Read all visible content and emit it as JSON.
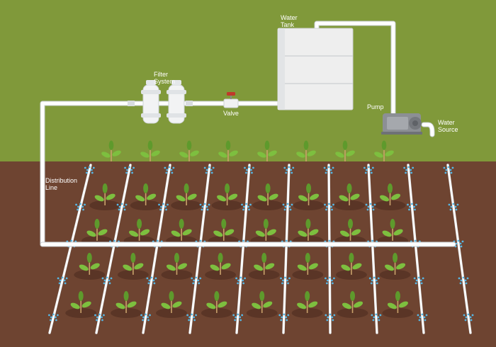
{
  "labels": {
    "water_tank": [
      "Water",
      "Tank"
    ],
    "filter_system": [
      "Filter",
      "System"
    ],
    "valve": "Valve",
    "pump": "Pump",
    "water_source": [
      "Water",
      "Source"
    ],
    "distribution_line": [
      "Distribution",
      "Line"
    ]
  },
  "colors": {
    "sky": "#80993a",
    "soil": "#6e4431",
    "soil_mound": "#5a3526",
    "pipe": "#ffffff",
    "pipe_edge": "#d4d9dc",
    "tank": "#eeeeee",
    "pump": "#8c8f94",
    "leaf": "#7dbf3f",
    "leaf_dark": "#5e9a2c",
    "stem": "#c9a26b",
    "droplet": "#56b8e6",
    "valve_handle": "#c0392b"
  },
  "icons": {
    "tank": "water-tank-icon",
    "filter": "filter-cartridge-icon",
    "valve": "valve-icon",
    "pump": "pump-icon",
    "plant": "seedling-icon",
    "droplet": "water-droplet-icon"
  },
  "field": {
    "top_row_plants": 8,
    "plant_rows": 4,
    "plants_per_row": 8,
    "drip_lines": 10
  }
}
